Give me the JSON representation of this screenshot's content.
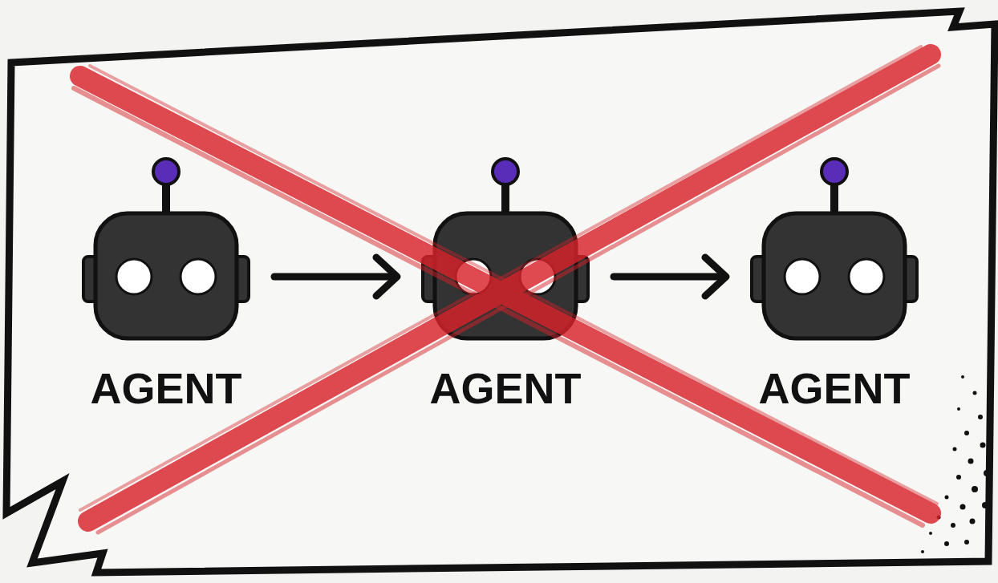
{
  "diagram": {
    "nodes": [
      {
        "text": [
          "AGENT"
        ]
      },
      {
        "text": [
          "AGENT"
        ]
      },
      {
        "text": [
          "AGENT"
        ]
      }
    ],
    "edges": [
      {
        "from": 0,
        "to": 1,
        "arrow": "to"
      },
      {
        "from": 1,
        "to": 2,
        "arrow": "to"
      }
    ]
  }
}
